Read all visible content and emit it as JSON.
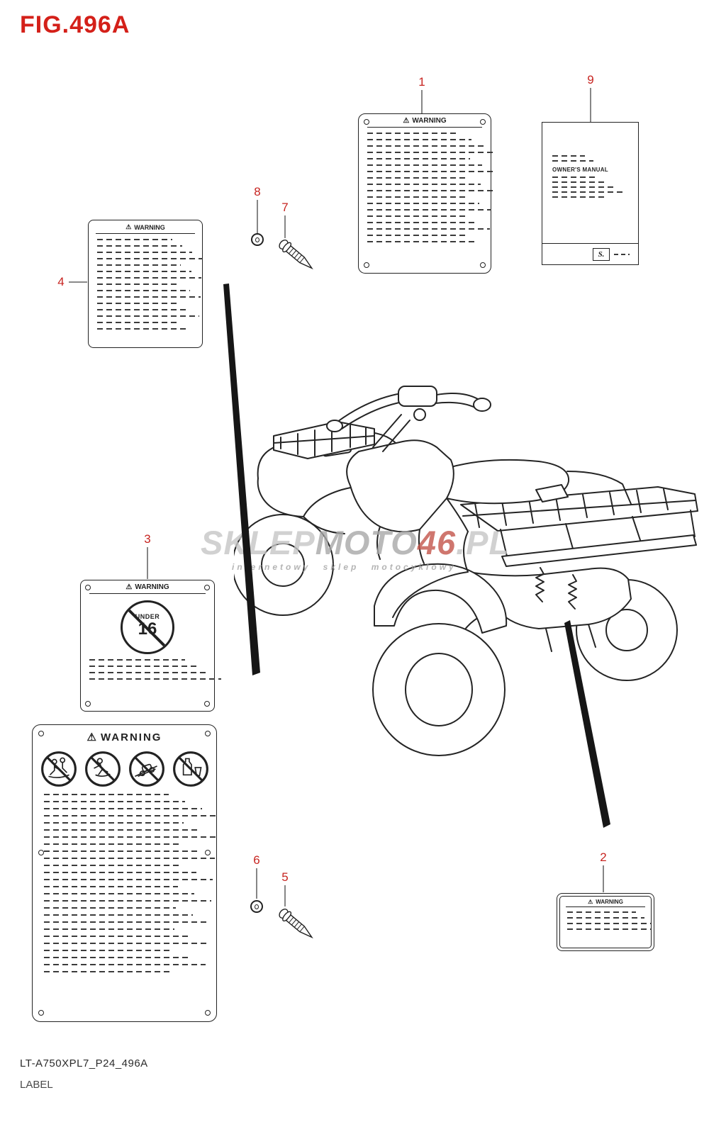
{
  "figure": {
    "title": "FIG.496A",
    "part_code": "LT-A750XPL7_P24_496A",
    "sheet_name": "LABEL"
  },
  "icons": {
    "warning_triangle": "⚠"
  },
  "labels": {
    "warning": "WARNING",
    "owners_manual": "OWNER'S MANUAL",
    "under": "UNDER",
    "age_limit": "16",
    "suzuki_logo": "S."
  },
  "callouts": {
    "c1": "1",
    "c2": "2",
    "c3": "3",
    "c4": "4",
    "c5": "5",
    "c6": "6",
    "c7": "7",
    "c8": "8",
    "c9": "9"
  },
  "watermark": {
    "part1": "SKLEP",
    "part2": "MOTO",
    "part3": "46",
    "part4": ".PL",
    "subtitle": "internetowy sklep motocyklowy"
  },
  "colors": {
    "callout_red": "#c72420",
    "title_red": "#d42019",
    "ink": "#222222",
    "watermark_gray": "#c6c6c6",
    "watermark_red": "#c4554a"
  }
}
